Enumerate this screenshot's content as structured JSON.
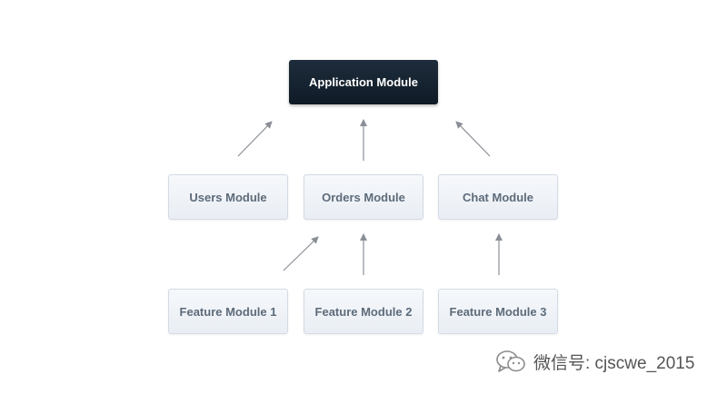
{
  "nodes": {
    "application": "Application Module",
    "users": "Users Module",
    "orders": "Orders Module",
    "chat": "Chat Module",
    "feature1": "Feature Module 1",
    "feature2": "Feature Module 2",
    "feature3": "Feature Module 3"
  },
  "watermark": {
    "text": "微信号: cjscwe_2015",
    "icon": "wechat-icon"
  },
  "colors": {
    "root_bg": "#13202d",
    "root_text": "#ffffff",
    "node_bg": "#eef2f7",
    "node_border": "#d3dbe5",
    "node_text": "#5d6b7a",
    "arrow": "#8a8f96"
  }
}
